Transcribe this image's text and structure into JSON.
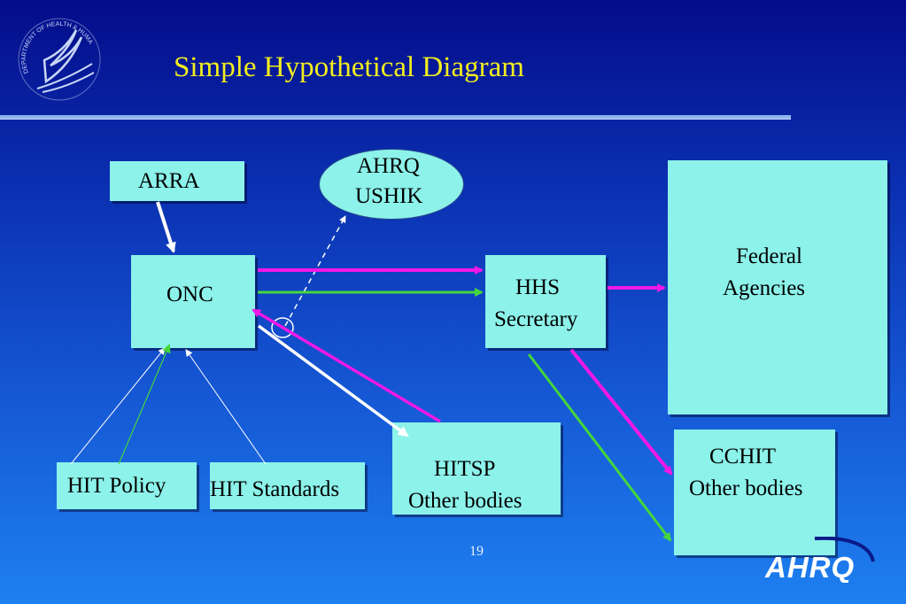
{
  "slide": {
    "title": "Simple Hypothetical Diagram",
    "page_number": "19",
    "logo_hhs": {
      "text": "DEPARTMENT OF HEALTH & HUMAN SERVICES USA",
      "icon": "hhs-eagle-seal-icon"
    },
    "logo_ahrq": {
      "text": "AHRQ",
      "icon": "ahrq-logo-icon"
    }
  },
  "nodes": {
    "arra": {
      "line1": "ARRA"
    },
    "onc": {
      "line1": "ONC"
    },
    "ahrq_ushik": {
      "line1": "AHRQ",
      "line2": "USHIK"
    },
    "hhs_secretary": {
      "line1": "HHS",
      "line2": "Secretary"
    },
    "federal_agencies": {
      "line1": "Federal",
      "line2": "Agencies"
    },
    "hit_policy": {
      "line1": "HIT Policy"
    },
    "hit_standards": {
      "line1": "HIT Standards"
    },
    "hitsp": {
      "line1": "HITSP",
      "line2": "Other bodies"
    },
    "cchit": {
      "line1": "CCHIT",
      "line2": "Other bodies"
    }
  },
  "colors": {
    "box_fill": "#8cf2ea",
    "title_text": "#f2ee1e",
    "arrow_magenta": "#f218e6",
    "arrow_green": "#45d63c",
    "arrow_white": "#ffffff"
  }
}
